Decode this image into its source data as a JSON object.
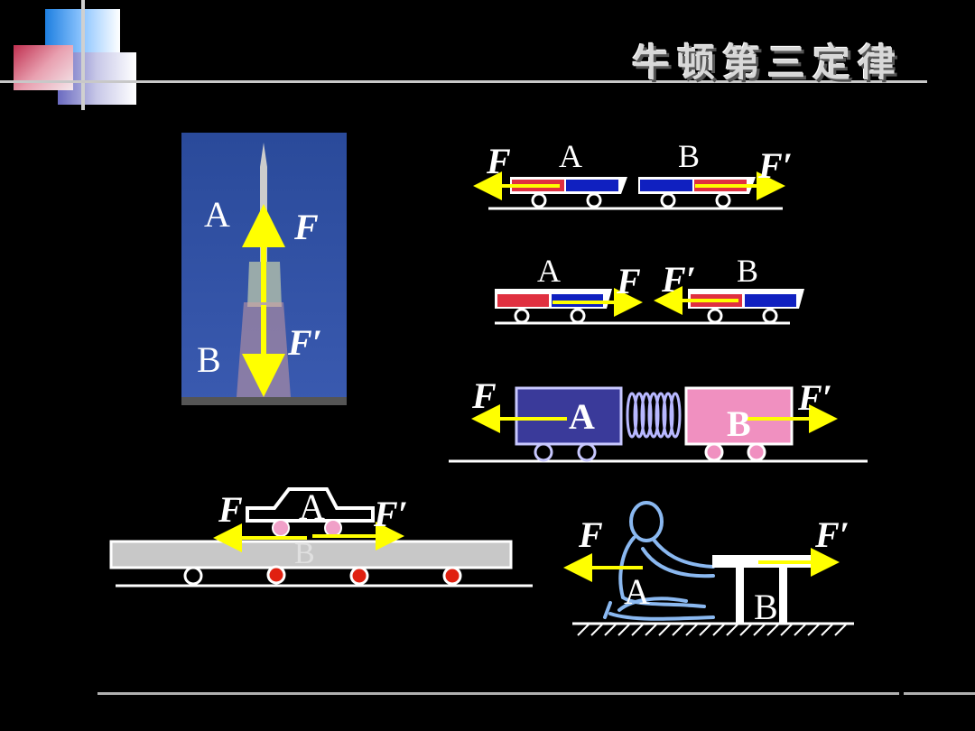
{
  "slide": {
    "title": "牛顿第三定律"
  },
  "forces": {
    "action": "F",
    "reaction": "F′"
  },
  "bodies": {
    "a": "A",
    "b": "B"
  },
  "colors": {
    "background": "#000000",
    "arrow": "#ffff00",
    "cart_red": "#e03040",
    "cart_blue": "#1020c0",
    "box_a": "#3a3a9a",
    "box_b": "#f090c0",
    "person": "#8ab8f0"
  },
  "panels": [
    {
      "name": "rocket",
      "labels": [
        "A",
        "F",
        "B",
        "F′"
      ]
    },
    {
      "name": "carts-repel",
      "labels": [
        "F",
        "A",
        "B",
        "F′"
      ]
    },
    {
      "name": "carts-attract",
      "labels": [
        "A",
        "F",
        "F′",
        "B"
      ]
    },
    {
      "name": "spring-carts",
      "labels": [
        "F",
        "A",
        "B",
        "F′"
      ]
    },
    {
      "name": "car-on-platform",
      "labels": [
        "F",
        "A",
        "F′",
        "B"
      ]
    },
    {
      "name": "person-pushing-table",
      "labels": [
        "F",
        "F′",
        "A",
        "B"
      ]
    }
  ]
}
